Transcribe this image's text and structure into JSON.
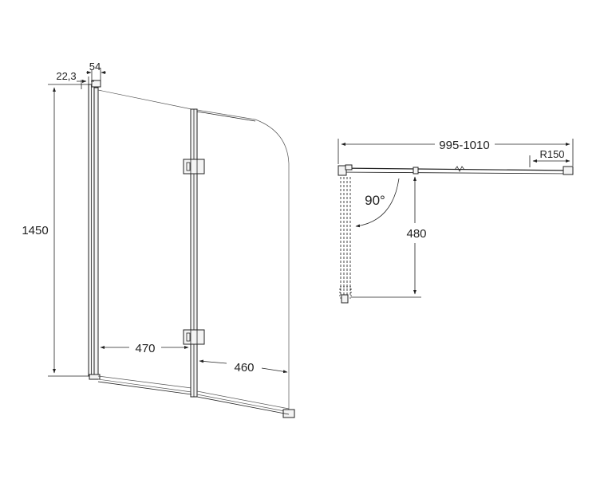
{
  "front_view": {
    "dim_height": "1450",
    "dim_profile_depth": "22,3",
    "dim_profile_width": "54",
    "dim_panel_left": "470",
    "dim_panel_right": "460"
  },
  "plan_view": {
    "dim_total_width": "995-1010",
    "dim_radius": "R150",
    "dim_opening_angle": "90°",
    "dim_fold_depth": "480"
  }
}
